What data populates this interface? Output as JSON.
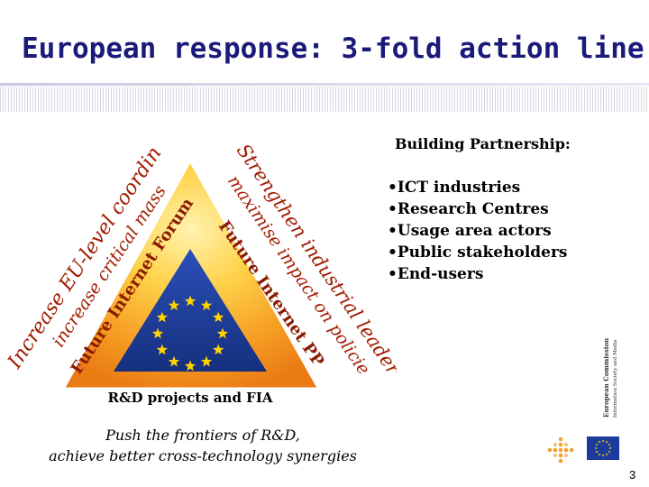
{
  "slide": {
    "title": "European response: 3-fold action line",
    "page_number": "3"
  },
  "triangle": {
    "left_outer": "Increase EU-level coordination,",
    "left_middle": "increase critical mass",
    "left_inner": "Future Internet Forum",
    "right_outer": "Strengthen industrial leadership,",
    "right_middle": "maximise impact on policies",
    "right_inner": "Future Internet PPP",
    "base": "R&D projects and FIA"
  },
  "partnership": {
    "heading": "Building Partnership:",
    "items": [
      "•ICT industries",
      "•Research Centres",
      "•Usage area actors",
      "•Public stakeholders",
      "•End-users"
    ]
  },
  "footer_text": {
    "line1": "Push the frontiers of R&D,",
    "line2": "achieve better cross-technology synergies"
  },
  "logo": {
    "ec_line1": "European Commission",
    "ec_line2": "Information Society and Media"
  },
  "colors": {
    "title": "#1a1a7a",
    "triangle_orange": "#f08c1e",
    "triangle_yellow": "#ffe88a",
    "eu_blue": "#1c3a9c",
    "star_yellow": "#ffd400",
    "inner_text": "#9a1a00"
  }
}
